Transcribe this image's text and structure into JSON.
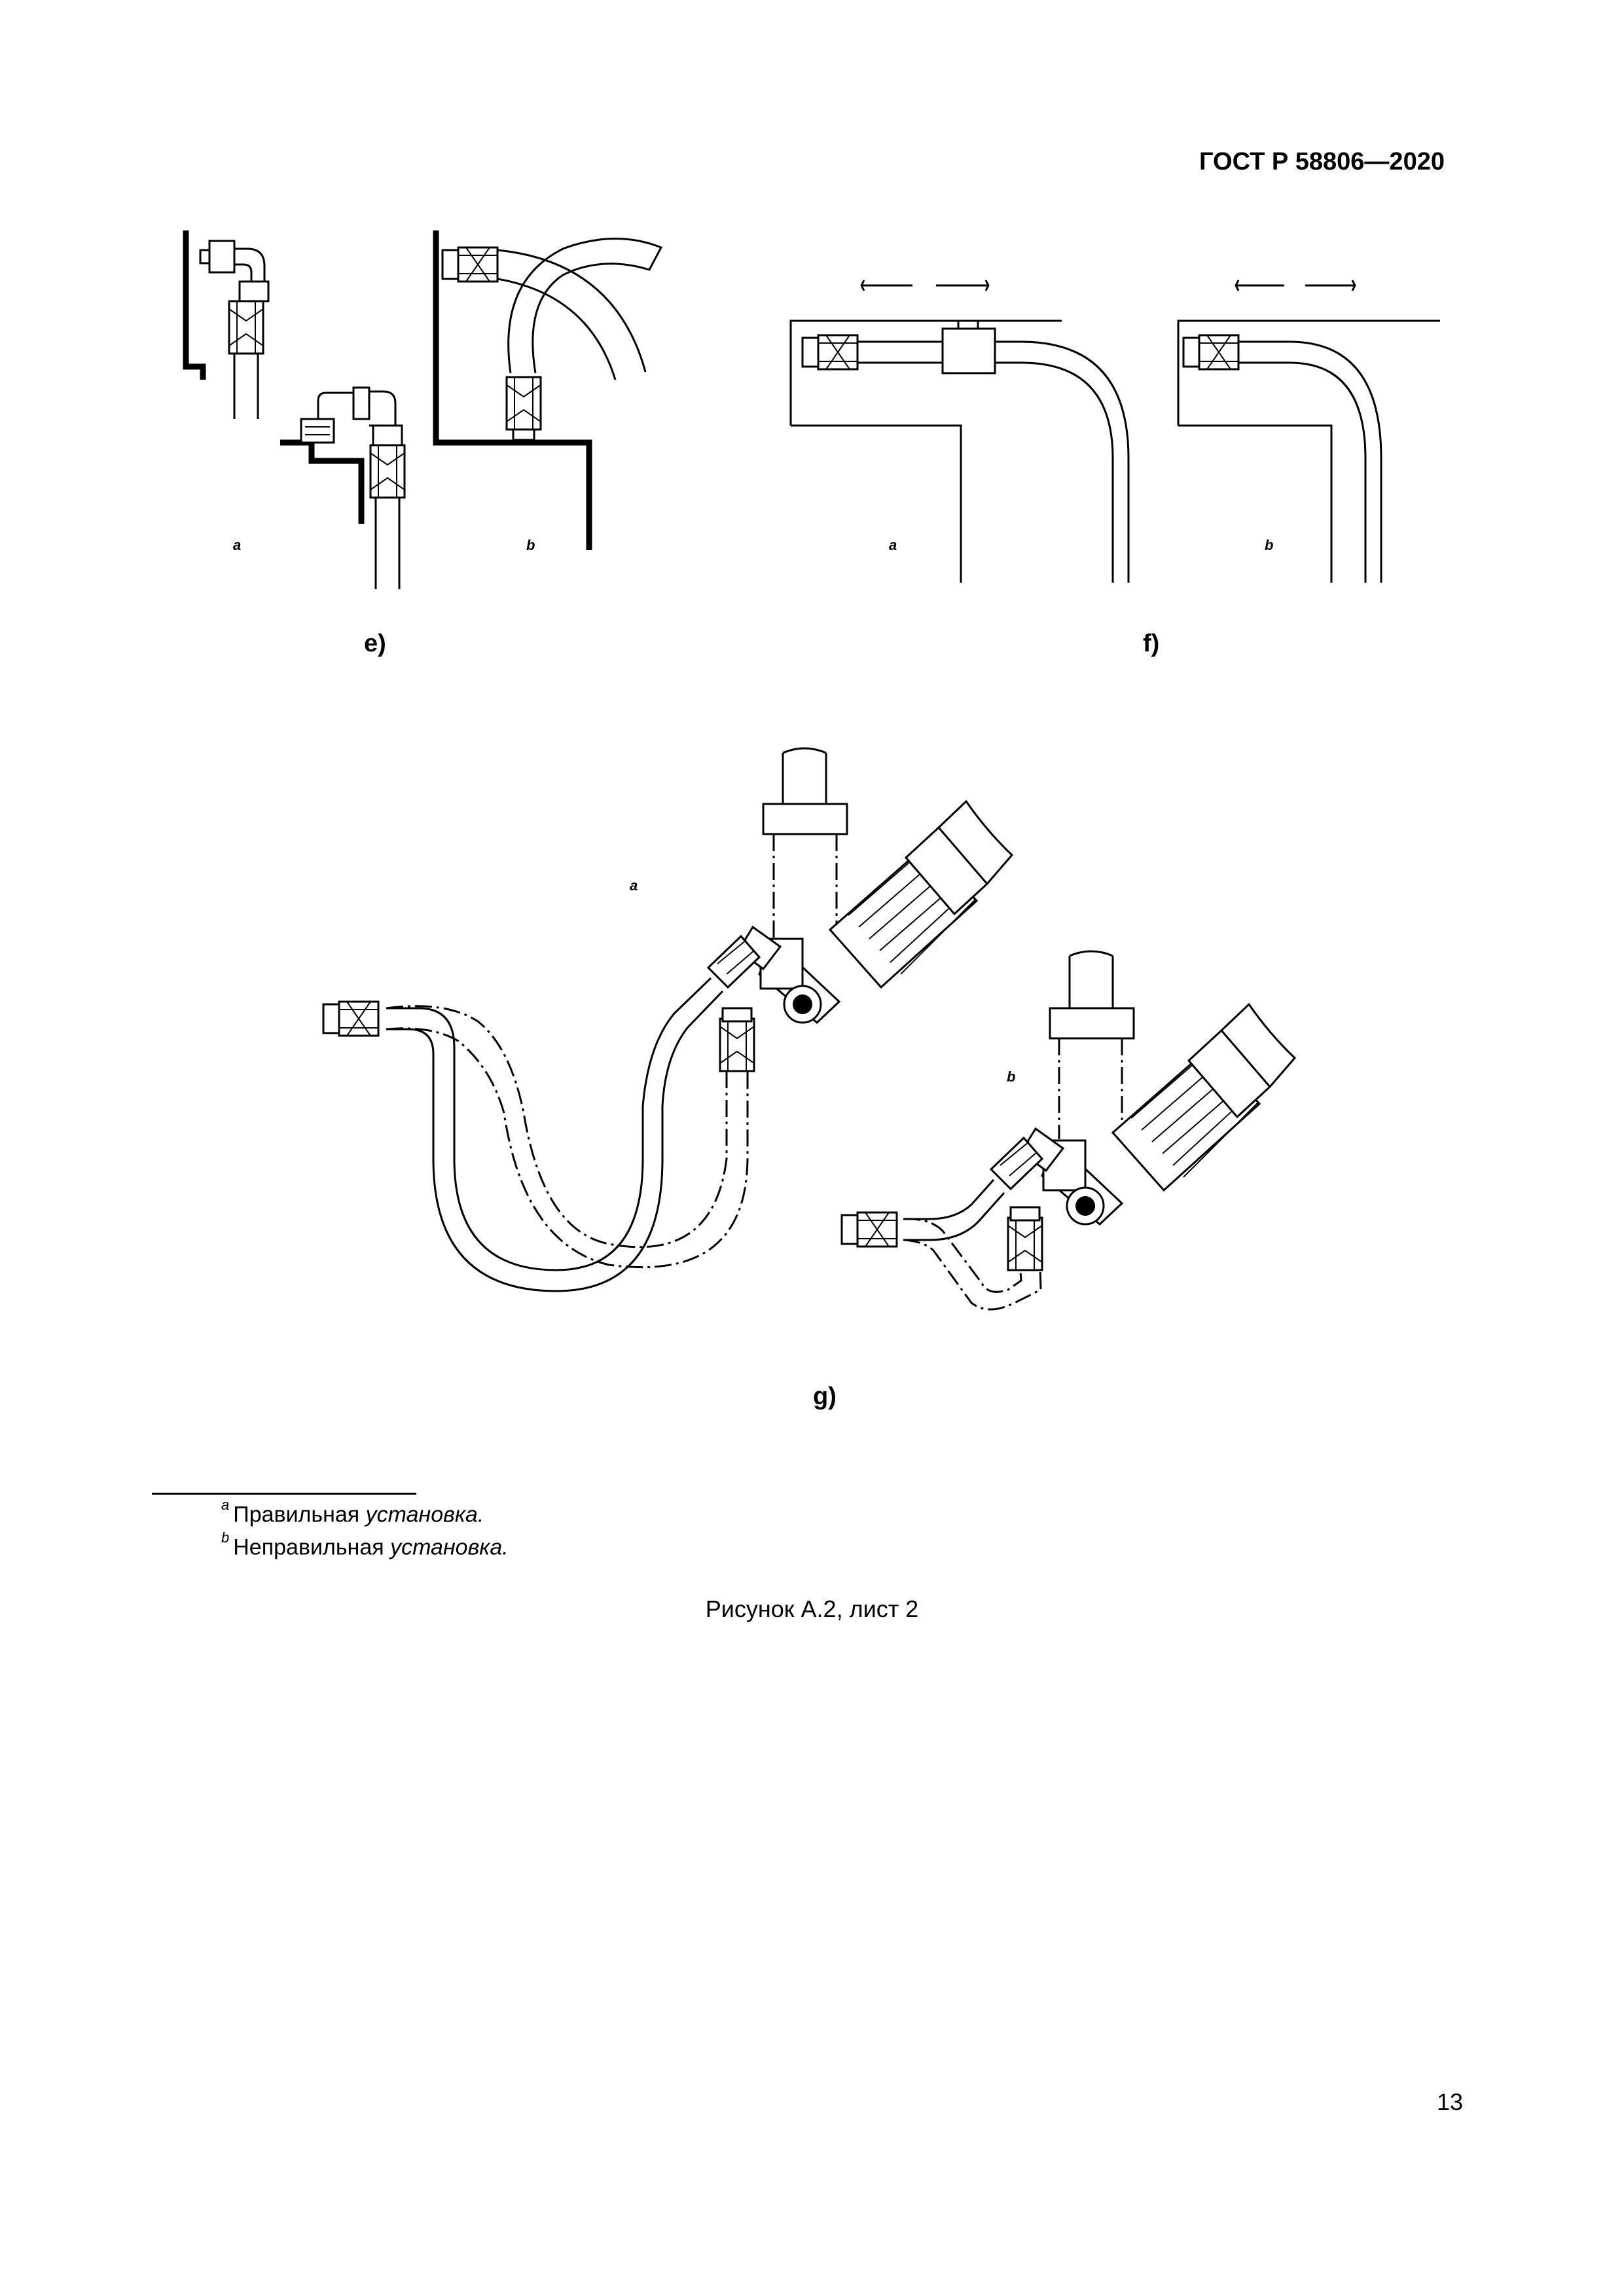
{
  "header": {
    "doc_id": "ГОСТ Р 58806—2020"
  },
  "panels": [
    {
      "id": "e",
      "label": "e)",
      "sub_labels": [
        "a",
        "b"
      ]
    },
    {
      "id": "f",
      "label": "f)",
      "sub_labels": [
        "a",
        "b"
      ]
    },
    {
      "id": "g",
      "label": "g)",
      "sub_labels": [
        "a",
        "b"
      ]
    }
  ],
  "footnotes": [
    {
      "mark": "a",
      "text_plain": "Правильная ",
      "text_italic": "установка."
    },
    {
      "mark": "b",
      "text_plain": "Неправильная ",
      "text_italic": "установка."
    }
  ],
  "caption": "Рисунок А.2, лист 2",
  "page_number": "13"
}
